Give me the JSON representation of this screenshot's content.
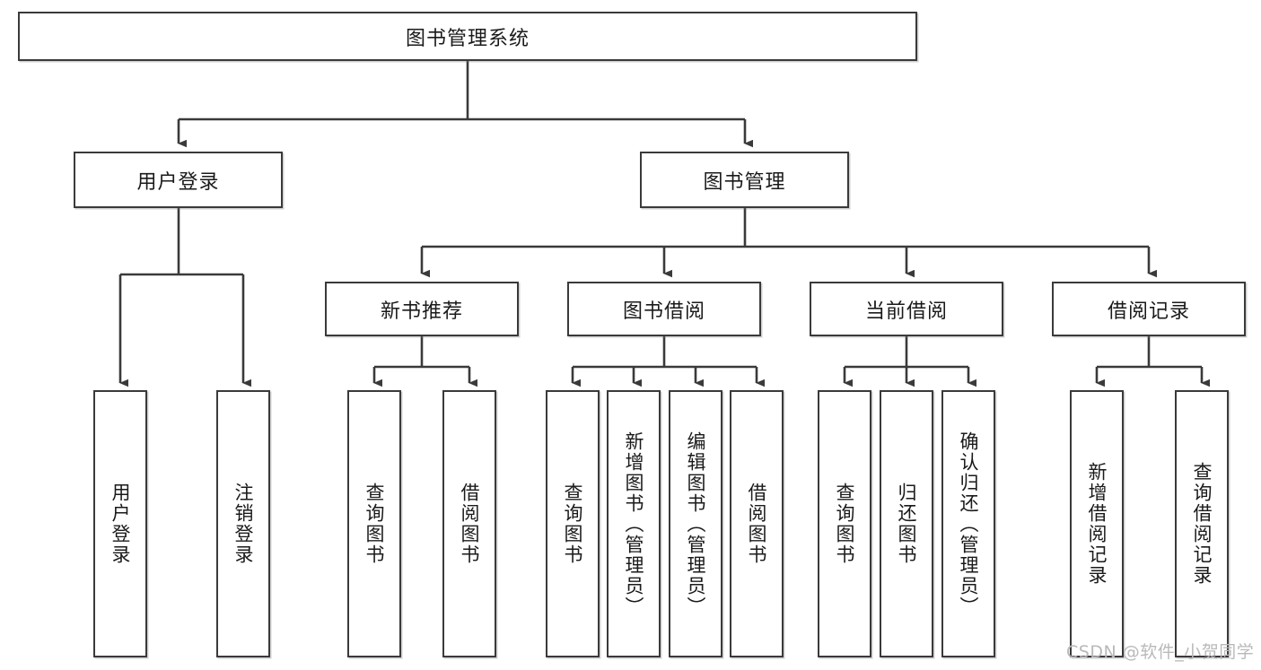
{
  "diagram": {
    "title": "图书管理系统",
    "type": "hierarchy-tree",
    "watermark": "CSDN @软件_小贺同学",
    "colors": {
      "border": "#3a3a3a",
      "background": "#ffffff",
      "text": "#1a1a1a",
      "watermark": "#b9b9b9"
    },
    "levels": {
      "root": {
        "label": "图书管理系统"
      },
      "level2": [
        {
          "label": "用户登录"
        },
        {
          "label": "图书管理"
        }
      ],
      "level3": [
        {
          "label": "新书推荐"
        },
        {
          "label": "图书借阅"
        },
        {
          "label": "当前借阅"
        },
        {
          "label": "借阅记录"
        }
      ],
      "leaves": [
        {
          "label": "用户登录",
          "parent": "用户登录"
        },
        {
          "label": "注销登录",
          "parent": "用户登录"
        },
        {
          "label": "查询图书",
          "parent": "新书推荐"
        },
        {
          "label": "借阅图书",
          "parent": "新书推荐"
        },
        {
          "label": "查询图书",
          "parent": "图书借阅"
        },
        {
          "label": "新增图书（管理员）",
          "parent": "图书借阅"
        },
        {
          "label": "编辑图书（管理员）",
          "parent": "图书借阅"
        },
        {
          "label": "借阅图书",
          "parent": "图书借阅"
        },
        {
          "label": "查询图书",
          "parent": "当前借阅"
        },
        {
          "label": "归还图书",
          "parent": "当前借阅"
        },
        {
          "label": "确认归还（管理员）",
          "parent": "当前借阅"
        },
        {
          "label": "新增借阅记录",
          "parent": "借阅记录"
        },
        {
          "label": "查询借阅记录",
          "parent": "借阅记录"
        }
      ]
    }
  }
}
